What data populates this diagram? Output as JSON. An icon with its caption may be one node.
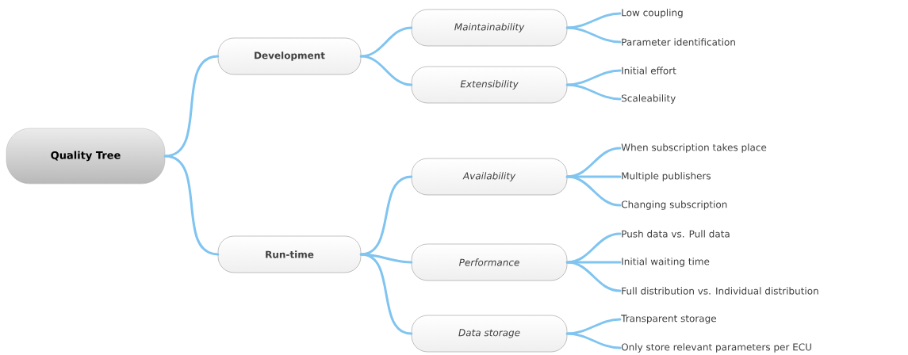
{
  "diagram": {
    "nodes": [
      {
        "text": [
          "Quality Tree"
        ]
      },
      {
        "text": [
          "Development"
        ]
      },
      {
        "text": [
          "Maintainability"
        ]
      },
      {
        "text": [
          "Low coupling"
        ]
      },
      {
        "text": [
          "Parameter identification"
        ]
      },
      {
        "text": [
          "Extensibility"
        ]
      },
      {
        "text": [
          "Initial effort"
        ]
      },
      {
        "text": [
          "Scaleability"
        ]
      },
      {
        "text": [
          "Run-time"
        ]
      },
      {
        "text": [
          "Availability"
        ]
      },
      {
        "text": [
          "When subscription takes place"
        ]
      },
      {
        "text": [
          "Multiple publishers"
        ]
      },
      {
        "text": [
          "Changing subscription"
        ]
      },
      {
        "text": [
          "Performance"
        ]
      },
      {
        "text": [
          "Push data vs. Pull data"
        ]
      },
      {
        "text": [
          "Initial waiting time"
        ]
      },
      {
        "text": [
          "Full distribution vs. Individual distribution"
        ]
      },
      {
        "text": [
          "Data storage"
        ]
      },
      {
        "text": [
          "Transparent storage"
        ]
      },
      {
        "text": [
          "Only store relevant parameters per ECU"
        ]
      }
    ],
    "edges": [
      {
        "from": 0,
        "to": 1,
        "arrow": "none"
      },
      {
        "from": 1,
        "to": 2,
        "arrow": "none"
      },
      {
        "from": 2,
        "to": 3,
        "arrow": "none"
      },
      {
        "from": 2,
        "to": 4,
        "arrow": "none"
      },
      {
        "from": 1,
        "to": 5,
        "arrow": "none"
      },
      {
        "from": 5,
        "to": 6,
        "arrow": "none"
      },
      {
        "from": 5,
        "to": 7,
        "arrow": "none"
      },
      {
        "from": 0,
        "to": 8,
        "arrow": "none"
      },
      {
        "from": 8,
        "to": 9,
        "arrow": "none"
      },
      {
        "from": 9,
        "to": 10,
        "arrow": "none"
      },
      {
        "from": 9,
        "to": 11,
        "arrow": "none"
      },
      {
        "from": 9,
        "to": 12,
        "arrow": "none"
      },
      {
        "from": 8,
        "to": 13,
        "arrow": "none"
      },
      {
        "from": 13,
        "to": 14,
        "arrow": "none"
      },
      {
        "from": 13,
        "to": 15,
        "arrow": "none"
      },
      {
        "from": 13,
        "to": 16,
        "arrow": "none"
      },
      {
        "from": 8,
        "to": 17,
        "arrow": "none"
      },
      {
        "from": 17,
        "to": 18,
        "arrow": "none"
      },
      {
        "from": 17,
        "to": 19,
        "arrow": "none"
      }
    ]
  }
}
